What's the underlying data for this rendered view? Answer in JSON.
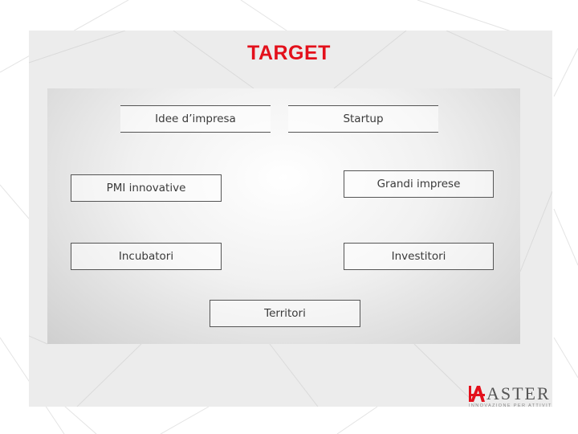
{
  "slide": {
    "title": "TARGET"
  },
  "boxes": [
    {
      "id": "idee",
      "label": "Idee d’impresa"
    },
    {
      "id": "startup",
      "label": "Startup"
    },
    {
      "id": "pmi",
      "label": "PMI innovative"
    },
    {
      "id": "grandi",
      "label": "Grandi imprese"
    },
    {
      "id": "incubatori",
      "label": "Incubatori"
    },
    {
      "id": "investitori",
      "label": "Investitori"
    },
    {
      "id": "territori",
      "label": "Territori"
    }
  ],
  "logo": {
    "name": "ASTER",
    "tagline": "INNOVAZIONE PER ATTIVITÀ",
    "brand_color": "#e3101b"
  },
  "colors": {
    "title": "#e3101b",
    "box_border": "#555555",
    "box_text": "#3a3a3a"
  }
}
